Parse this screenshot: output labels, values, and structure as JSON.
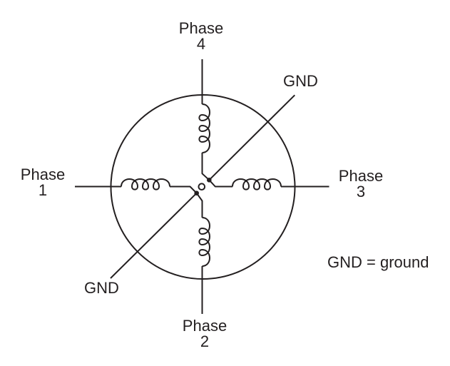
{
  "colors": {
    "ink": "#231f20",
    "background": "#ffffff"
  },
  "labels": {
    "phase1": {
      "word": "Phase",
      "number": "1"
    },
    "phase2": {
      "word": "Phase",
      "number": "2"
    },
    "phase3": {
      "word": "Phase",
      "number": "3"
    },
    "phase4": {
      "word": "Phase",
      "number": "4"
    },
    "gnd_upper": "GND",
    "gnd_lower": "GND",
    "legend": "GND = ground"
  }
}
